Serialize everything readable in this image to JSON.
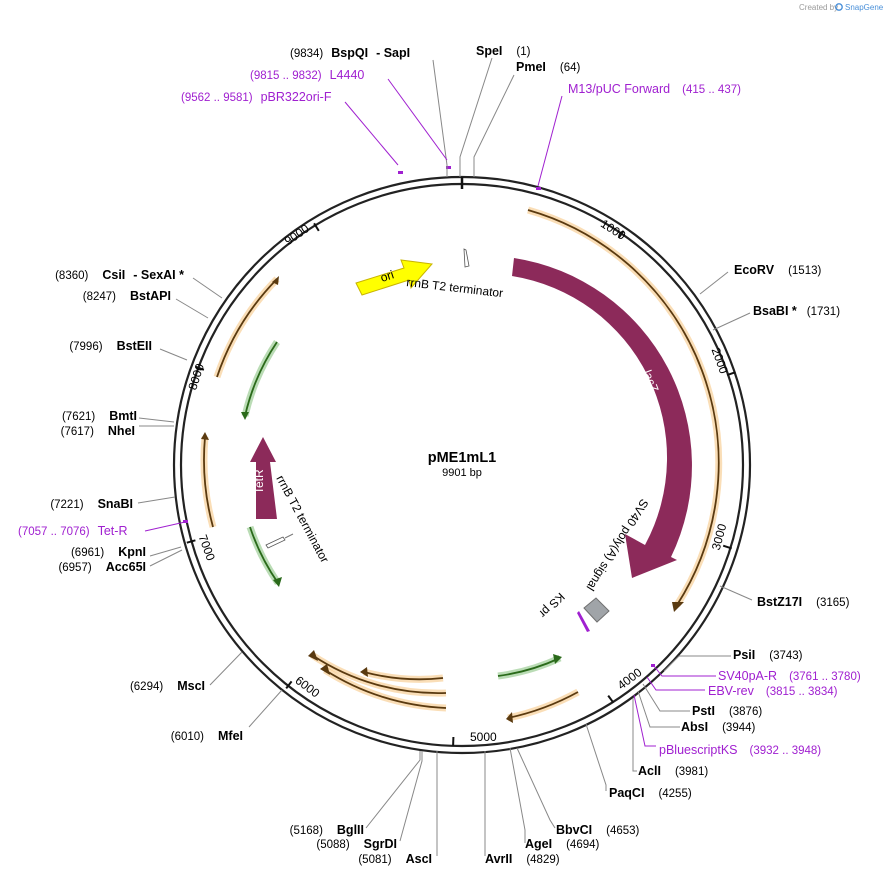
{
  "credit": {
    "prefix": "Created by",
    "brand": "SnapGene"
  },
  "plasmid": {
    "name": "pME1mL1",
    "size": "9901 bp"
  },
  "tick_labels": [
    "1000",
    "2000",
    "3000",
    "4000",
    "5000",
    "6000",
    "7000",
    "8000",
    "9000"
  ],
  "enzymes": [
    {
      "pos": "(9834)",
      "name": "BspQI",
      "extra": "- SapI"
    },
    {
      "pos": "(1)",
      "name": "SpeI"
    },
    {
      "pos": "(64)",
      "name": "PmeI"
    },
    {
      "pos": "(1513)",
      "name": "EcoRV"
    },
    {
      "pos": "(1731)",
      "name": "BsaBI *"
    },
    {
      "pos": "(3165)",
      "name": "BstZ17I"
    },
    {
      "pos": "(3743)",
      "name": "PsiI"
    },
    {
      "pos": "(3876)",
      "name": "PstI"
    },
    {
      "pos": "(3944)",
      "name": "AbsI"
    },
    {
      "pos": "(3981)",
      "name": "AclI"
    },
    {
      "pos": "(4255)",
      "name": "PaqCI"
    },
    {
      "pos": "(4653)",
      "name": "BbvCI"
    },
    {
      "pos": "(4694)",
      "name": "AgeI"
    },
    {
      "pos": "(4829)",
      "name": "AvrII"
    },
    {
      "pos": "(5081)",
      "name": "AscI"
    },
    {
      "pos": "(5088)",
      "name": "SgrDI"
    },
    {
      "pos": "(5168)",
      "name": "BglII"
    },
    {
      "pos": "(6010)",
      "name": "MfeI"
    },
    {
      "pos": "(6294)",
      "name": "MscI"
    },
    {
      "pos": "(6957)",
      "name": "Acc65I"
    },
    {
      "pos": "(6961)",
      "name": "KpnI"
    },
    {
      "pos": "(7221)",
      "name": "SnaBI"
    },
    {
      "pos": "(7617)",
      "name": "NheI"
    },
    {
      "pos": "(7621)",
      "name": "BmtI"
    },
    {
      "pos": "(7996)",
      "name": "BstEII"
    },
    {
      "pos": "(8247)",
      "name": "BstAPI"
    },
    {
      "pos": "(8360)",
      "name": "CsiI",
      "extra": "- SexAI *"
    }
  ],
  "primers": [
    {
      "range": "(9815 .. 9832)",
      "name": "L4440"
    },
    {
      "range": "(9562 .. 9581)",
      "name": "pBR322ori-F"
    },
    {
      "range": "(415 .. 437)",
      "name": "M13/pUC Forward"
    },
    {
      "range": "(3761 .. 3780)",
      "name": "SV40pA-R"
    },
    {
      "range": "(3815 .. 3834)",
      "name": "EBV-rev"
    },
    {
      "range": "(3932 .. 3948)",
      "name": "pBluescriptKS"
    },
    {
      "range": "(7057 .. 7076)",
      "name": "Tet-R"
    }
  ],
  "features": {
    "ori": "ori",
    "rrnb_top": "rrnB T2 terminator",
    "lacz": "lacZ",
    "sv40": "SV40 poly(A) signal",
    "ks": "KS primer",
    "tetr": "TetR",
    "rrnb_left": "rrnB T2 terminator"
  },
  "colors": {
    "ori": "#ffff00",
    "feature": "#8c2a5a",
    "orf_orange": "#f0a030",
    "orf_green": "#3a9a2a",
    "primer": "#a020d0",
    "backbone": "#222222"
  }
}
